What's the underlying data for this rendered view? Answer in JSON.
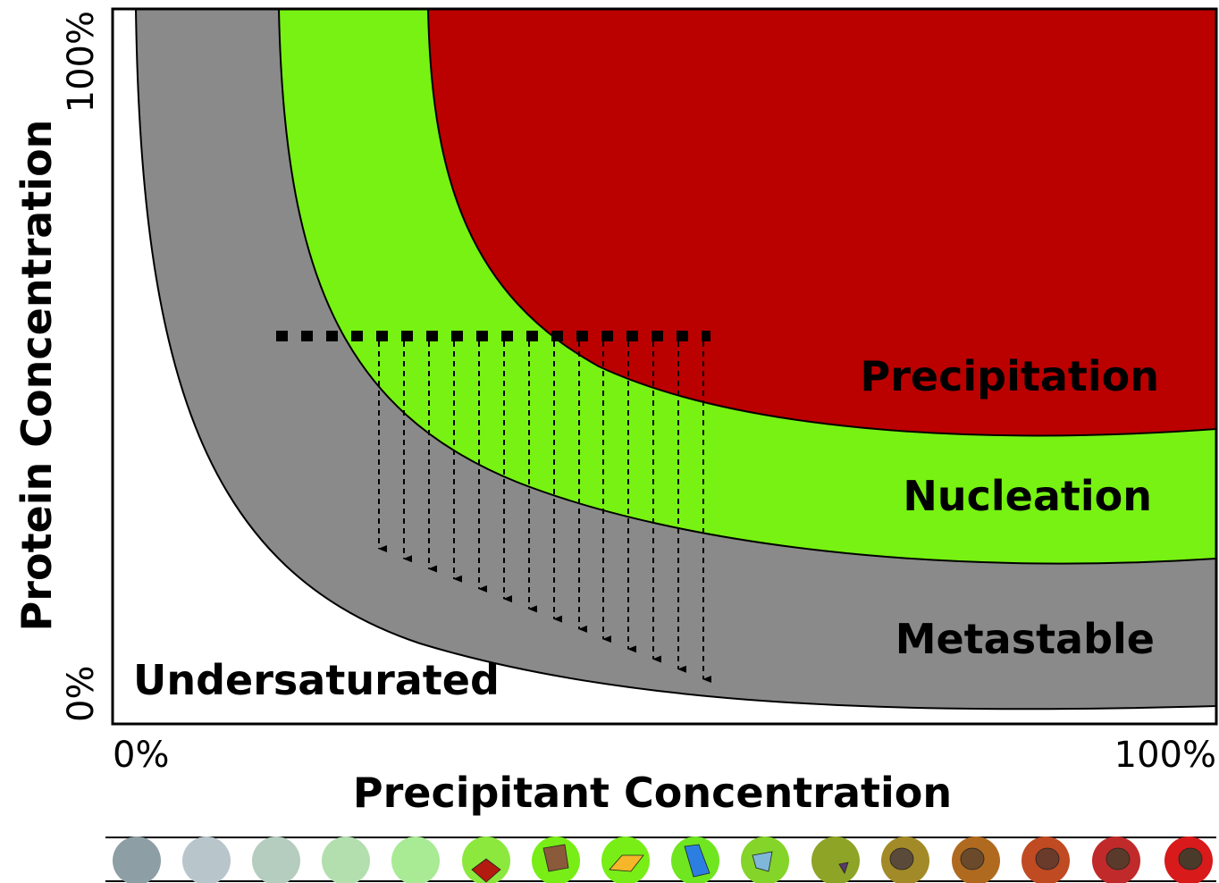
{
  "diagram": {
    "regions": {
      "precipitation": {
        "label": "Precipitation",
        "color": "#bb0000"
      },
      "nucleation": {
        "label": "Nucleation",
        "color": "#77f213"
      },
      "metastable": {
        "label": "Metastable",
        "color": "#8a8a8a"
      },
      "undersaturated": {
        "label": "Undersaturated",
        "color": "#ffffff"
      }
    },
    "x_axis": {
      "title": "Precipitant Concentration",
      "min_label": "0%",
      "max_label": "100%"
    },
    "y_axis": {
      "title": "Protein Concentration",
      "min_label": "0%",
      "max_label": "100%"
    },
    "drop_stages": [
      {
        "icon": "clear-drop-icon",
        "color": "#8d9ea4"
      },
      {
        "icon": "clear-drop-icon",
        "color": "#b8c6cc"
      },
      {
        "icon": "clear-drop-icon",
        "color": "#b5cdbf"
      },
      {
        "icon": "clear-drop-icon",
        "color": "#b3dfae"
      },
      {
        "icon": "clear-drop-icon",
        "color": "#a9ea95"
      },
      {
        "icon": "single-crystal-icon",
        "color": "#8ce83d",
        "crystal": "#b31a10"
      },
      {
        "icon": "single-crystal-icon",
        "color": "#78ee16",
        "crystal": "#8b5a3a"
      },
      {
        "icon": "twin-crystal-icon",
        "color": "#78ee16",
        "crystal": "#f5b62a"
      },
      {
        "icon": "blue-crystal-icon",
        "color": "#6fe620",
        "crystal": "#2c7fe0"
      },
      {
        "icon": "crystal-cluster-icon",
        "color": "#84d42a",
        "crystal": "#7fb7d8"
      },
      {
        "icon": "microcrystal-icon",
        "color": "#8ea427",
        "crystal": "#5a3a6a"
      },
      {
        "icon": "precipitate-icon",
        "color": "#a28a28",
        "crystal": "#5a4a3a"
      },
      {
        "icon": "precipitate-icon",
        "color": "#b06a20",
        "crystal": "#6a4a2a"
      },
      {
        "icon": "precipitate-icon",
        "color": "#c04a22",
        "crystal": "#6a3a2a"
      },
      {
        "icon": "precipitate-icon",
        "color": "#c02a2a",
        "crystal": "#5a3a2a"
      },
      {
        "icon": "precipitate-icon",
        "color": "#d81a1a",
        "crystal": "#4a3a2a"
      }
    ]
  }
}
